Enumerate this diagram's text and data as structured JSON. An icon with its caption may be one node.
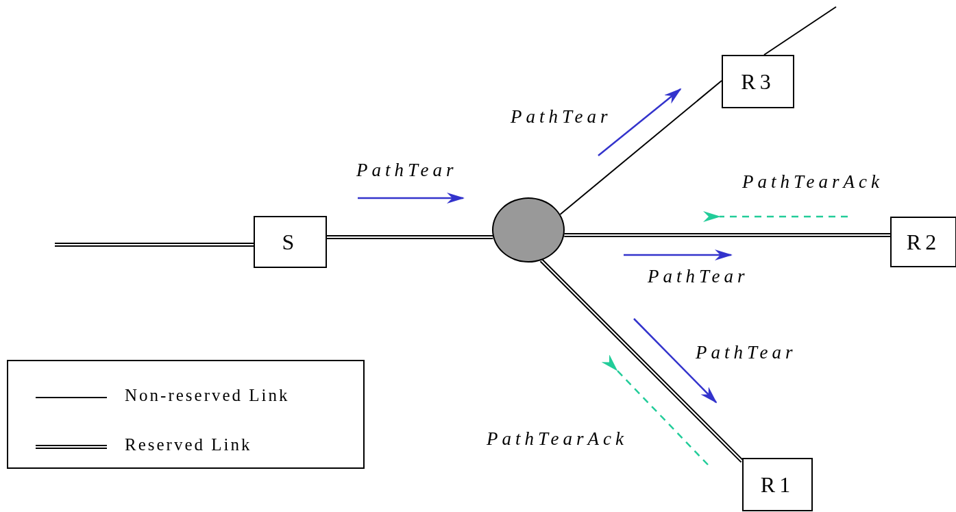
{
  "diagram": {
    "nodes": [
      {
        "text": [
          "S"
        ]
      },
      {
        "text": [],
        "shape": "circle"
      },
      {
        "text": [
          "R3"
        ]
      },
      {
        "text": [
          "R2"
        ]
      },
      {
        "text": [
          "R1"
        ]
      }
    ],
    "edges": [
      {
        "from": null,
        "to": 0,
        "arrow": "none"
      },
      {
        "from": 0,
        "to": 1,
        "arrow": "none"
      },
      {
        "from": 1,
        "to": 2,
        "arrow": "none"
      },
      {
        "from": 2,
        "to": null,
        "arrow": "none"
      },
      {
        "from": 1,
        "to": 3,
        "arrow": "none"
      },
      {
        "from": 1,
        "to": 4,
        "arrow": "none"
      }
    ],
    "labels": [
      "PathTear",
      "PathTear",
      "PathTearAck",
      "PathTear",
      "PathTear",
      "PathTearAck"
    ],
    "legend": [
      {
        "text": "Non-reserved Link"
      },
      {
        "text": "Reserved Link"
      }
    ]
  }
}
